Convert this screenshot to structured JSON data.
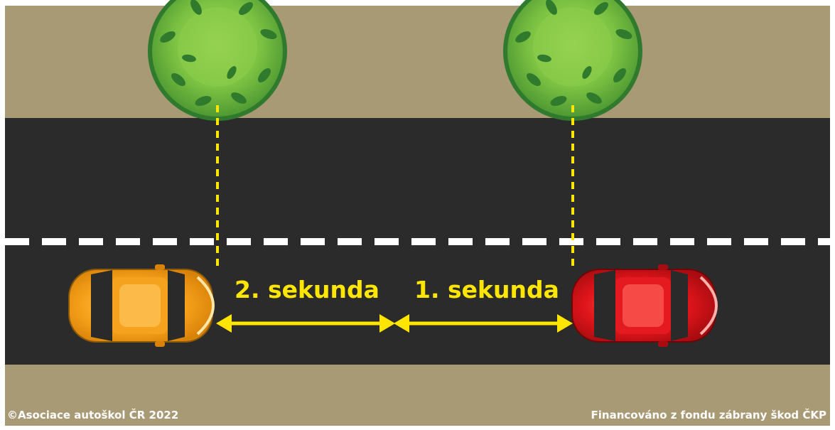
{
  "labels": {
    "second_1": "1. sekunda",
    "second_2": "2. sekunda"
  },
  "credits": {
    "left": "©Asociace autoškol ČR 2022",
    "right": "Financováno z fondu zábrany škod ČKP"
  },
  "colors": {
    "verge": "#a89a74",
    "asphalt": "#2b2b2b",
    "lane_marking": "#ffffff",
    "guide_line": "#ffe600",
    "car_following": "#f7a21b",
    "car_leading": "#e0151b",
    "tree_light": "#7cc242",
    "tree_dark": "#2f7a2c"
  },
  "icons": {
    "car_following": "car-top-view-icon",
    "car_leading": "car-top-view-icon",
    "tree": "tree-top-view-icon"
  }
}
